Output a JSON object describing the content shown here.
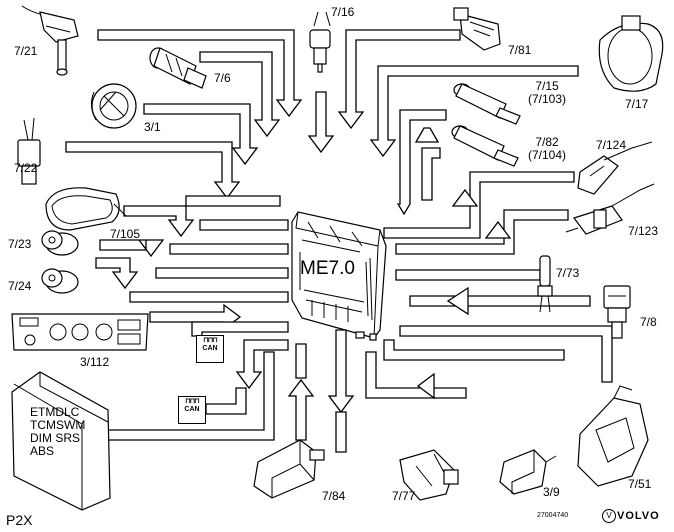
{
  "diagram": {
    "ecu_label": "ME7.0",
    "platform": "P2X",
    "figure_code": "27004740",
    "brand": "VOLVO",
    "brand_mark": "V",
    "can_label": "CAN",
    "can_wave": "⊓⊓⊓",
    "control_modules": [
      "ETMDLC",
      "TCMSWM",
      "DIM SRS",
      "ABS"
    ],
    "components": [
      {
        "id": "7/21"
      },
      {
        "id": "7/16"
      },
      {
        "id": "7/81"
      },
      {
        "id": "7/6"
      },
      {
        "id": "7/15",
        "sub": "(7/103)"
      },
      {
        "id": "7/17"
      },
      {
        "id": "3/1"
      },
      {
        "id": "7/82",
        "sub": "(7/104)"
      },
      {
        "id": "7/22"
      },
      {
        "id": "7/124"
      },
      {
        "id": "7/105"
      },
      {
        "id": "7/23"
      },
      {
        "id": "7/123"
      },
      {
        "id": "7/73"
      },
      {
        "id": "7/24"
      },
      {
        "id": "7/8"
      },
      {
        "id": "3/112"
      },
      {
        "id": "7/84"
      },
      {
        "id": "7/77"
      },
      {
        "id": "3/9"
      },
      {
        "id": "7/51"
      }
    ]
  }
}
